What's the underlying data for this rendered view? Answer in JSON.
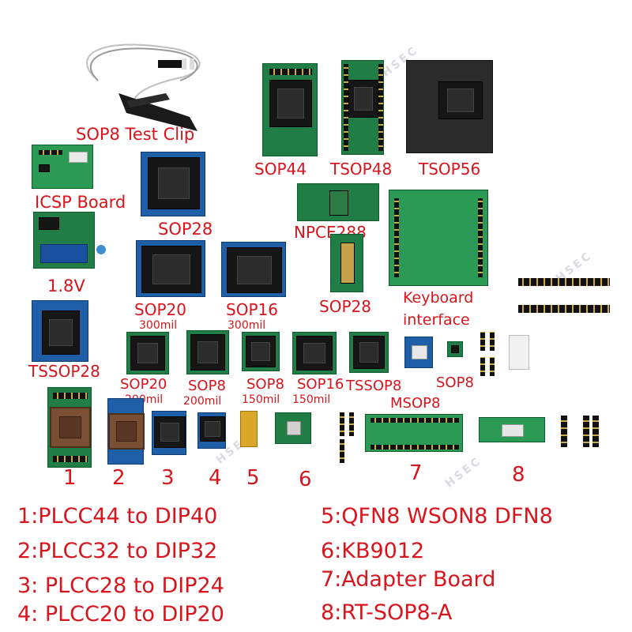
{
  "watermark": "HSEC",
  "labels": {
    "sop8_test_clip": "SOP8 Test Clip",
    "icsp_board": "ICSP Board",
    "sop28_top": "SOP28",
    "v18": "1.8V",
    "sop20_300": "SOP20",
    "sop20_300_sub": "300mil",
    "sop16_300": "SOP16",
    "sop16_300_sub": "300mil",
    "tssop28": "TSSOP28",
    "sop44": "SOP44",
    "tsop48": "TSOP48",
    "tsop56": "TSOP56",
    "npce288": "NPCE288",
    "sop28_mid": "SOP28",
    "keyboard_1": "Keyboard",
    "keyboard_2": "interface",
    "sop20_200": "SOP20",
    "sop20_200_sub": "200mil",
    "sop8_200": "SOP8",
    "sop8_200_sub": "200mil",
    "sop8_150": "SOP8",
    "sop8_150_sub": "150mil",
    "sop16_150": "SOP16",
    "sop16_150_sub": "150mil",
    "tssop8": "TSSOP8",
    "msop8": "MSOP8",
    "sop8_right": "SOP8"
  },
  "numbers": [
    "1",
    "2",
    "3",
    "4",
    "5",
    "6",
    "7",
    "8"
  ],
  "legend": [
    "1:PLCC44 to DIP40",
    "2:PLCC32 to DIP32",
    "3: PLCC28 to DIP24",
    "4: PLCC20 to DIP20",
    "5:QFN8 WSON8 DFN8",
    "6:KB9012",
    "7:Adapter Board",
    "8:RT-SOP8-A"
  ],
  "colors": {
    "label": "#d8141c",
    "pcb": "#1f7d45",
    "socket": "#161616"
  }
}
